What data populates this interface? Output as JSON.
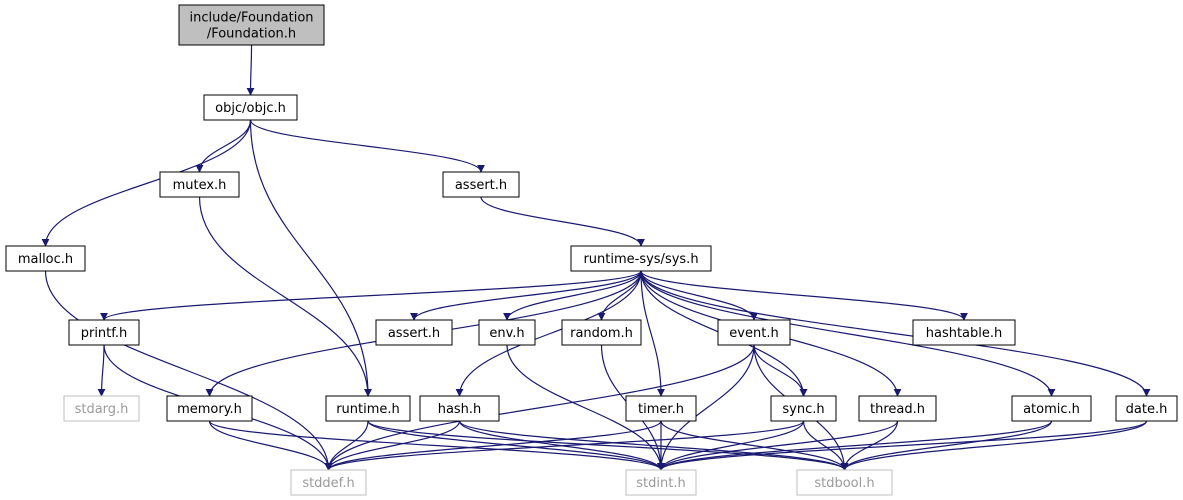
{
  "colors": {
    "edge": "#191970",
    "root_fill": "#bfbfbf",
    "node_border": "#000000",
    "external_border": "#bfbfbf",
    "external_text": "#9a9a9a",
    "background": "#ffffff"
  },
  "nodes": [
    {
      "id": "foundation",
      "label": "include/Foundation\n/Foundation.h",
      "kind": "root"
    },
    {
      "id": "objc",
      "label": "objc/objc.h",
      "kind": "normal"
    },
    {
      "id": "mutex",
      "label": "mutex.h",
      "kind": "normal"
    },
    {
      "id": "assert1",
      "label": "assert.h",
      "kind": "normal"
    },
    {
      "id": "malloc",
      "label": "malloc.h",
      "kind": "normal"
    },
    {
      "id": "sys",
      "label": "runtime-sys/sys.h",
      "kind": "normal"
    },
    {
      "id": "printf",
      "label": "printf.h",
      "kind": "normal"
    },
    {
      "id": "assert2",
      "label": "assert.h",
      "kind": "normal"
    },
    {
      "id": "env",
      "label": "env.h",
      "kind": "normal"
    },
    {
      "id": "random",
      "label": "random.h",
      "kind": "normal"
    },
    {
      "id": "event",
      "label": "event.h",
      "kind": "normal"
    },
    {
      "id": "hashtable",
      "label": "hashtable.h",
      "kind": "normal"
    },
    {
      "id": "stdarg",
      "label": "stdarg.h",
      "kind": "external"
    },
    {
      "id": "memory",
      "label": "memory.h",
      "kind": "normal"
    },
    {
      "id": "runtime",
      "label": "runtime.h",
      "kind": "normal"
    },
    {
      "id": "hash",
      "label": "hash.h",
      "kind": "normal"
    },
    {
      "id": "timer",
      "label": "timer.h",
      "kind": "normal"
    },
    {
      "id": "sync",
      "label": "sync.h",
      "kind": "normal"
    },
    {
      "id": "thread",
      "label": "thread.h",
      "kind": "normal"
    },
    {
      "id": "atomic",
      "label": "atomic.h",
      "kind": "normal"
    },
    {
      "id": "date",
      "label": "date.h",
      "kind": "normal"
    },
    {
      "id": "stddef",
      "label": "stddef.h",
      "kind": "external"
    },
    {
      "id": "stdint",
      "label": "stdint.h",
      "kind": "external"
    },
    {
      "id": "stdbool",
      "label": "stdbool.h",
      "kind": "external"
    }
  ],
  "edges": [
    [
      "foundation",
      "objc"
    ],
    [
      "objc",
      "mutex"
    ],
    [
      "objc",
      "assert1"
    ],
    [
      "objc",
      "malloc"
    ],
    [
      "objc",
      "runtime"
    ],
    [
      "assert1",
      "sys"
    ],
    [
      "mutex",
      "runtime"
    ],
    [
      "malloc",
      "stddef"
    ],
    [
      "sys",
      "printf"
    ],
    [
      "sys",
      "assert2"
    ],
    [
      "sys",
      "env"
    ],
    [
      "sys",
      "random"
    ],
    [
      "sys",
      "event"
    ],
    [
      "sys",
      "hashtable"
    ],
    [
      "sys",
      "memory"
    ],
    [
      "sys",
      "hash"
    ],
    [
      "sys",
      "timer"
    ],
    [
      "sys",
      "sync"
    ],
    [
      "sys",
      "thread"
    ],
    [
      "sys",
      "atomic"
    ],
    [
      "sys",
      "date"
    ],
    [
      "printf",
      "stdarg"
    ],
    [
      "printf",
      "stddef"
    ],
    [
      "env",
      "stdint"
    ],
    [
      "random",
      "stdint"
    ],
    [
      "event",
      "stddef"
    ],
    [
      "event",
      "stdint"
    ],
    [
      "event",
      "sync"
    ],
    [
      "event",
      "stdbool"
    ],
    [
      "memory",
      "stddef"
    ],
    [
      "memory",
      "stdint"
    ],
    [
      "runtime",
      "stddef"
    ],
    [
      "runtime",
      "stdint"
    ],
    [
      "runtime",
      "stdbool"
    ],
    [
      "hash",
      "stddef"
    ],
    [
      "hash",
      "stdint"
    ],
    [
      "hash",
      "stdbool"
    ],
    [
      "timer",
      "stddef"
    ],
    [
      "timer",
      "stdint"
    ],
    [
      "timer",
      "stdbool"
    ],
    [
      "sync",
      "stddef"
    ],
    [
      "sync",
      "stdint"
    ],
    [
      "sync",
      "stdbool"
    ],
    [
      "thread",
      "stdint"
    ],
    [
      "thread",
      "stdbool"
    ],
    [
      "atomic",
      "stdint"
    ],
    [
      "atomic",
      "stdbool"
    ],
    [
      "date",
      "stdint"
    ],
    [
      "date",
      "stdbool"
    ]
  ]
}
